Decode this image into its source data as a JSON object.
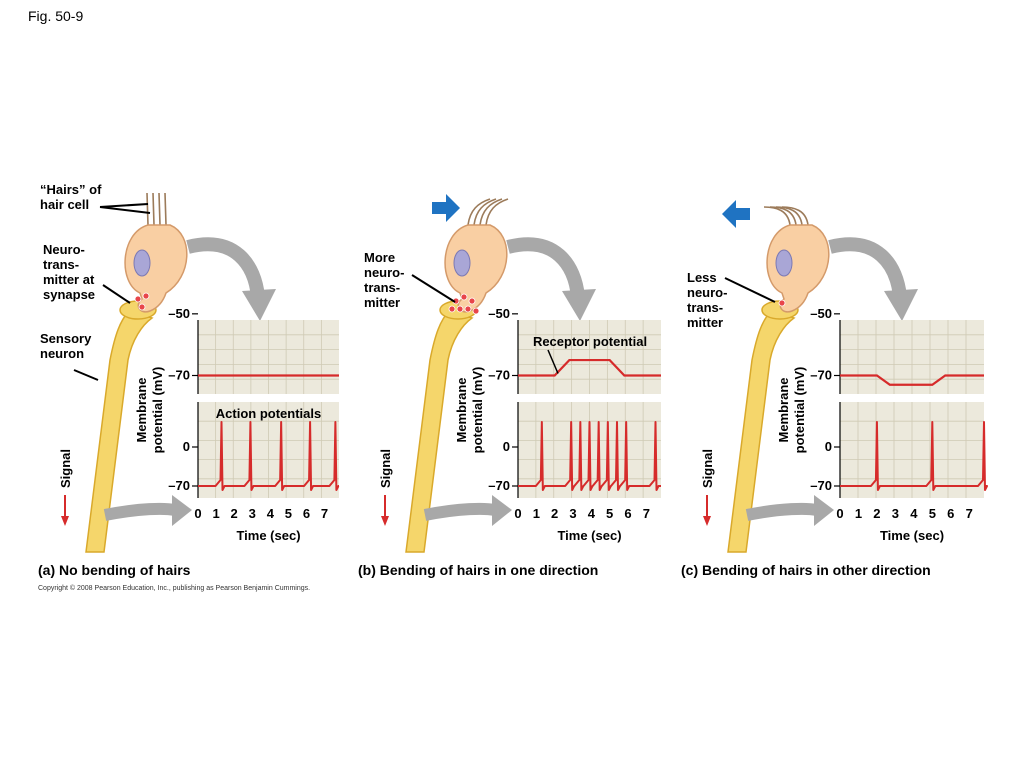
{
  "figure_label": "Fig. 50-9",
  "panels": [
    {
      "id": "a",
      "caption": "(a) No bending of hairs",
      "labels": {
        "hairs": "“Hairs” of\nhair cell",
        "neurotransmitter": "Neuro-\ntrans-\nmitter at\nsynapse",
        "sensory_neuron": "Sensory\nneuron",
        "signal": "Signal",
        "ylabel": "Membrane\npotential (mV)",
        "trace_label": "Action potentials",
        "xlabel": "Time (sec)"
      },
      "arrow_direction": "none",
      "receptor_trace": [
        [
          0,
          -70
        ],
        [
          7.8,
          -70
        ]
      ],
      "spike_times": [
        1.3,
        2.9,
        4.6,
        6.2,
        7.6
      ]
    },
    {
      "id": "b",
      "caption": "(b) Bending of hairs in one direction",
      "labels": {
        "neurotransmitter": "More\nneuro-\ntrans-\nmitter",
        "signal": "Signal",
        "ylabel": "Membrane\npotential (mV)",
        "trace_label": "Receptor potential",
        "xlabel": "Time (sec)"
      },
      "arrow_direction": "right",
      "receptor_trace": [
        [
          0,
          -70
        ],
        [
          2,
          -70
        ],
        [
          2.8,
          -65
        ],
        [
          5,
          -65
        ],
        [
          5.8,
          -70
        ],
        [
          7.8,
          -70
        ]
      ],
      "spike_times": [
        1.3,
        2.9,
        3.4,
        3.9,
        4.4,
        4.9,
        5.4,
        5.9,
        7.5
      ]
    },
    {
      "id": "c",
      "caption": "(c) Bending of hairs in other direction",
      "labels": {
        "neurotransmitter": "Less\nneuro-\ntrans-\nmitter",
        "signal": "Signal",
        "ylabel": "Membrane\npotential (mV)",
        "xlabel": "Time (sec)"
      },
      "arrow_direction": "left",
      "receptor_trace": [
        [
          0,
          -70
        ],
        [
          2,
          -70
        ],
        [
          2.7,
          -73
        ],
        [
          5,
          -73
        ],
        [
          5.7,
          -70
        ],
        [
          7.8,
          -70
        ]
      ],
      "spike_times": [
        2.0,
        5.0,
        7.8
      ]
    }
  ],
  "axis": {
    "receptor_ticks": [
      "–50",
      "–70"
    ],
    "receptor_ylim": [
      -52,
      -76
    ],
    "action_ticks": [
      "0",
      "–70"
    ],
    "x_ticks": [
      "0",
      "1",
      "2",
      "3",
      "4",
      "5",
      "6",
      "7"
    ],
    "xlim": [
      0,
      7.8
    ]
  },
  "colors": {
    "cell_body": "#f9cfa3",
    "cell_edge": "#d49a6a",
    "nucleus": "#a9a6d6",
    "neuron": "#f5d66b",
    "neuron_edge": "#d9a92b",
    "graph_bg": "#ece9dc",
    "grid": "#cfcab4",
    "trace": "#d62b2b",
    "direction_arrow": "#1f73c2",
    "gray_arrow": "#a8a8a8",
    "signal_arrow": "#d62b2b"
  },
  "copyright": "Copyright © 2008 Pearson Education, Inc., publishing as Pearson Benjamin Cummings."
}
